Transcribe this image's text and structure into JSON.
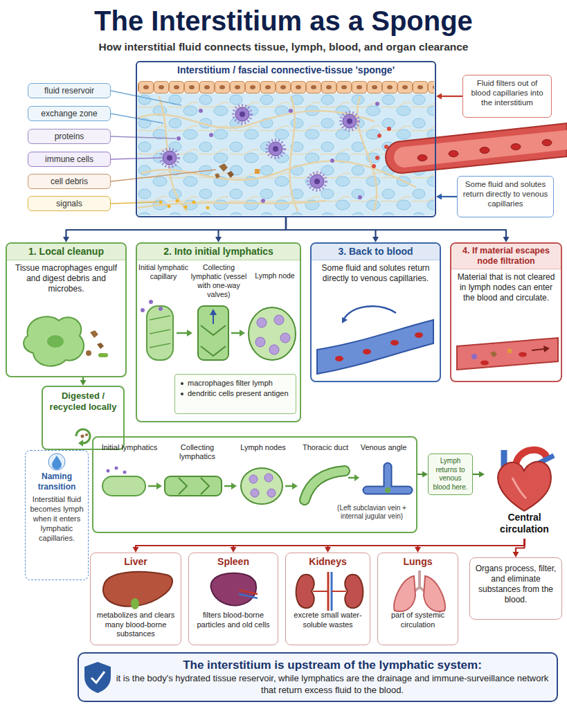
{
  "diagram": {
    "title": "The Interstitium as a Sponge",
    "nodes": [
      {
        "text": [
          "Interstitium / fascial connective-tissue 'sponge'"
        ]
      },
      {
        "text": [
          "fluid reservoir"
        ]
      },
      {
        "text": [
          "exchange zone"
        ]
      },
      {
        "text": [
          "proteins"
        ]
      },
      {
        "text": [
          "immune cells"
        ]
      },
      {
        "text": [
          "cell debris"
        ]
      },
      {
        "text": [
          "signals"
        ]
      },
      {
        "text": [
          "Fluid filters out of blood capillaries into the interstitium"
        ]
      },
      {
        "text": [
          "Some fluid and solutes return directly to venous capillaries"
        ]
      },
      {
        "text": [
          "1. Local cleanup",
          "Tissue macrophages engulf and digest debris and microbes."
        ]
      },
      {
        "text": [
          "Digested / recycled locally"
        ]
      },
      {
        "text": [
          "2. Into initial lymphatics"
        ]
      },
      {
        "text": [
          "macrophages filter lymph",
          "dendritic cells present antigen"
        ],
        "in": 11
      },
      {
        "text": [
          "3. Back to blood",
          "Some fluid and solutes return directly to venous capillaries."
        ]
      },
      {
        "text": [
          "4. If material escapes node filtration",
          "Material that is not cleared in lymph nodes can enter the blood and circulate."
        ]
      },
      {
        "text": [
          "Naming transition",
          "Interstitial fluid becomes lymph when it enters lymphatic capillaries."
        ]
      },
      {
        "text": [
          "Initial lymphatics",
          "Collecting lymphatics",
          "Lymph nodes",
          "Thoracic duct",
          "Venous angle",
          "(Left subclavian vein + internal jugular vein)"
        ]
      },
      {
        "text": [
          "Lymph returns to venous blood here."
        ]
      },
      {
        "text": [
          "Central circulation"
        ]
      },
      {
        "text": [
          "Liver",
          "metabolizes and clears many blood-borne substances"
        ]
      },
      {
        "text": [
          "Spleen",
          "filters blood-borne particles and old cells"
        ]
      },
      {
        "text": [
          "Kidneys",
          "excrete small water-soluble wastes"
        ]
      },
      {
        "text": [
          "Lungs",
          "part of systemic circulation"
        ]
      },
      {
        "text": [
          "Organs process, filter, and eliminate substances from the blood."
        ]
      },
      {
        "text": [
          "The interstitium is upstream of the lymphatic system:",
          "it is the body's hydrated tissue reservoir, while lymphatics are the drainage and immune-surveillance network that return excess fluid to the blood."
        ]
      }
    ],
    "edges": [
      {
        "from": 0,
        "to": 9,
        "arrow": "to"
      },
      {
        "from": 0,
        "to": 11,
        "arrow": "to"
      },
      {
        "from": 0,
        "to": 13,
        "arrow": "to"
      },
      {
        "from": 0,
        "to": 14,
        "arrow": "to"
      },
      {
        "from": 9,
        "to": 10,
        "arrow": "to"
      },
      {
        "from": 7,
        "to": 0,
        "arrow": "to"
      },
      {
        "from": 8,
        "to": 0,
        "arrow": "to"
      },
      {
        "from": 16,
        "to": 17,
        "arrow": "to"
      },
      {
        "from": 17,
        "to": 18,
        "arrow": "to"
      },
      {
        "from": 18,
        "to": 19,
        "arrow": "to"
      },
      {
        "from": 18,
        "to": 20,
        "arrow": "to"
      },
      {
        "from": 18,
        "to": 21,
        "arrow": "to"
      },
      {
        "from": 18,
        "to": 22,
        "arrow": "to"
      },
      {
        "from": 18,
        "to": 23,
        "arrow": "to"
      }
    ],
    "labels": [
      "How interstitial fluid connects tissue, lymph, blood, and organ clearance",
      "Initial lymphatic capillary",
      "Collecting lymphatic (vessel with one-way valves)",
      "Lymph node"
    ]
  }
}
